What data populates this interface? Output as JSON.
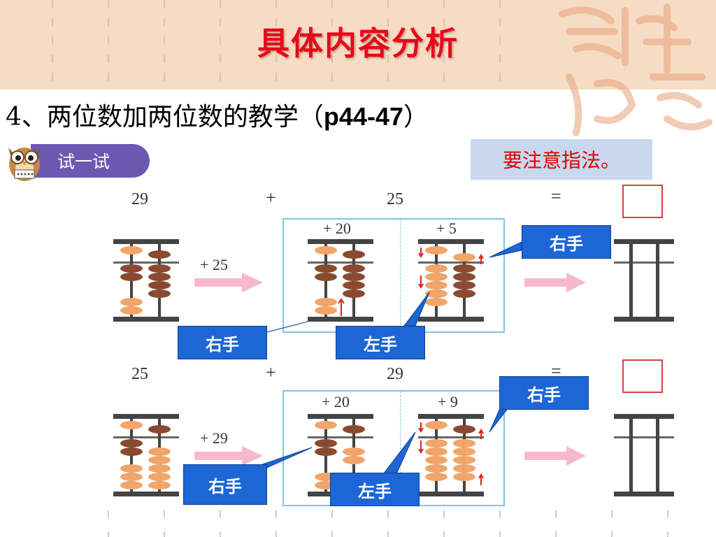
{
  "slide": {
    "title": "具体内容分析",
    "subtitle_prefix": "4、两位数加两位数的教学（",
    "subtitle_pages": "p44-47",
    "subtitle_suffix": "）",
    "note": "要注意指法。",
    "tab_label": "试一试"
  },
  "problem1": {
    "a": "29",
    "plus": "+",
    "b": "25",
    "equals": "=",
    "add_label": "+ 25",
    "panel_left": "+ 20",
    "panel_right": "+ 5"
  },
  "problem2": {
    "a": "25",
    "plus": "+",
    "b": "29",
    "equals": "=",
    "add_label": "+ 29",
    "panel_left": "+ 20",
    "panel_right": "+ 9"
  },
  "callouts": {
    "c1": "右手",
    "c2": "右手",
    "c3": "左手",
    "c4": "右手",
    "c5": "右手",
    "c6": "左手"
  },
  "colors": {
    "title": "#e8071a",
    "header_band": "#f6dcc4",
    "callout": "#1c66d6",
    "panel_border": "#7cc6e0",
    "bead_dark": "#8a4a30",
    "bead_light": "#f2a56a"
  }
}
